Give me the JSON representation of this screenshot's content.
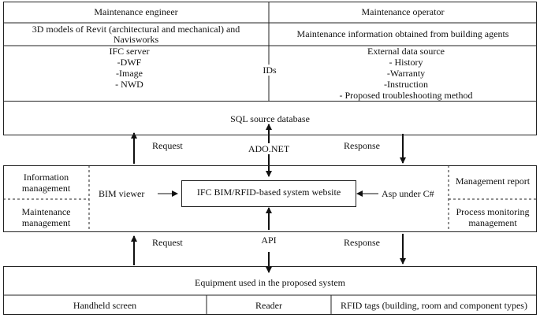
{
  "top": {
    "engineer_header": "Maintenance engineer",
    "operator_header": "Maintenance operator",
    "engineer_models": [
      "3D models of Revit (architectural and mechanical) and",
      "Navisworks"
    ],
    "operator_info": "Maintenance information obtained from building agents",
    "ifc_server": [
      "IFC server",
      "-DWF",
      "-Image",
      "- NWD"
    ],
    "ids_label": "IDs",
    "external_source": [
      "External data source",
      "- History",
      "-Warranty",
      "-Instruction",
      "- Proposed troubleshooting method"
    ],
    "sql_db": "SQL source database"
  },
  "upper_links": {
    "request": "Request",
    "ado": "ADO.NET",
    "response": "Response"
  },
  "middle": {
    "left_top": [
      "Information",
      "management"
    ],
    "left_bottom": [
      "Maintenance",
      "management"
    ],
    "bim_viewer": "BIM viewer",
    "website": "IFC BIM/RFID-based system website",
    "asp": "Asp under C#",
    "right_top": "Management report",
    "right_bottom": [
      "Process monitoring",
      "management"
    ]
  },
  "lower_links": {
    "request": "Request",
    "api": "API",
    "response": "Response"
  },
  "bottom": {
    "equipment": "Equipment used in the proposed system",
    "handheld": "Handheld screen",
    "reader": "Reader",
    "tags": "RFID tags (building,  room and  component types)"
  }
}
